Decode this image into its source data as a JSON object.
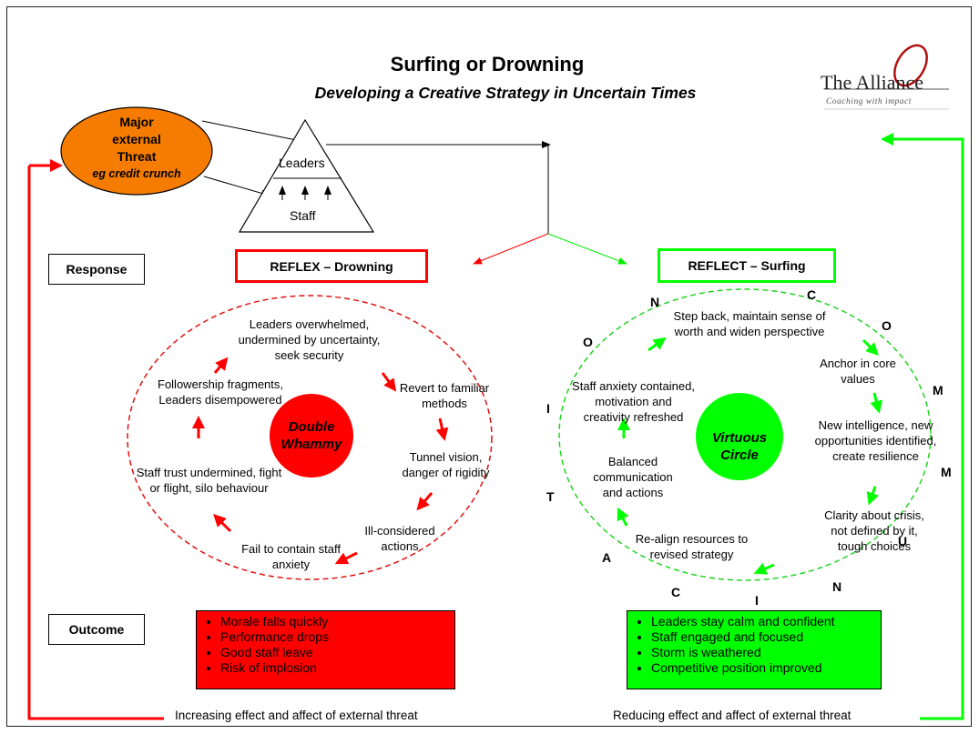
{
  "title": "Surfing or Drowning",
  "subtitle": "Developing a Creative Strategy in Uncertain Times",
  "logo": {
    "name": "The Alliance",
    "tagline": "Coaching with impact"
  },
  "threat": {
    "line1": "Major",
    "line2": "external",
    "line3": "Threat",
    "example": "eg credit crunch"
  },
  "pyramid": {
    "top": "Leaders",
    "bottom": "Staff"
  },
  "labels": {
    "response": "Response",
    "outcome": "Outcome"
  },
  "reflex": {
    "title": "REFLEX – Drowning",
    "center": [
      "Double",
      "Whammy"
    ],
    "steps": [
      "Leaders overwhelmed, undermined by uncertainty, seek security",
      "Revert to familiar methods",
      "Tunnel vision, danger of rigidity",
      "Ill-considered actions",
      "Fail to contain staff anxiety",
      "Staff trust undermined, fight or flight, silo behaviour",
      "Followership fragments, Leaders disempowered"
    ],
    "outcomes": [
      "Morale falls quickly",
      "Performance drops",
      "Good staff leave",
      "Risk of implosion"
    ],
    "footer": "Increasing effect and affect of external threat"
  },
  "reflect": {
    "title": "REFLECT – Surfing",
    "center": [
      "Virtuous",
      "Circle"
    ],
    "steps": [
      "Step back, maintain sense of worth and widen perspective",
      "Anchor in core values",
      "New intelligence, new opportunities identified, create resilience",
      "Clarity about crisis, not defined by it, tough choices",
      "Re-align resources to revised strategy",
      "Balanced communication and actions",
      "Staff anxiety contained, motivation and creativity refreshed"
    ],
    "letters": [
      "C",
      "O",
      "M",
      "M",
      "U",
      "N",
      "I",
      "C",
      "A",
      "T",
      "I",
      "O",
      "N"
    ],
    "outcomes": [
      "Leaders stay calm and confident",
      "Staff engaged and focused",
      "Storm is weathered",
      "Competitive position improved"
    ],
    "footer": "Reducing effect and affect of external threat"
  },
  "colors": {
    "orange": "#f57c00",
    "red": "#ff0000",
    "green": "#00ff00",
    "redArrow": "#e01010",
    "greenArrow": "#22d322"
  }
}
